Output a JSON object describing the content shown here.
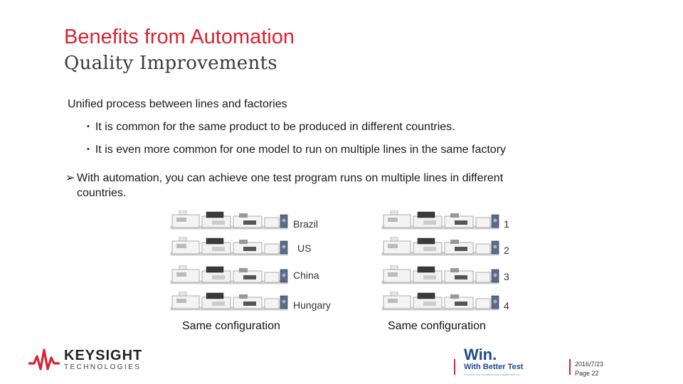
{
  "slide": {
    "title": "Benefits from Automation",
    "subtitle": "Quality Improvements",
    "lead": "Unified process between lines and factories",
    "bullets": [
      "It is common for the same product to be produced in different countries.",
      "It is even more common for one model to run on multiple lines in the same factory"
    ],
    "arrow_text_line1": "With automation, you can achieve one test program runs on multiple lines in different",
    "arrow_text_line2": "countries.",
    "left_group": {
      "labels": [
        "Brazil",
        "US",
        "China",
        "Hungary"
      ],
      "caption": "Same configuration"
    },
    "right_group": {
      "labels": [
        "1",
        "2",
        "3",
        "4"
      ],
      "caption": "Same configuration"
    }
  },
  "footer": {
    "logo_main": "KEYSIGHT",
    "logo_sub": "TECHNOLOGIES",
    "win_main": "Win.",
    "win_sub": "With Better Test",
    "win_tag": "Discover key manufacturing insights with us",
    "date": "2016/7/23",
    "page": "Page 22"
  },
  "colors": {
    "accent": "#d62433",
    "win_blue": "#1e4a8e"
  }
}
